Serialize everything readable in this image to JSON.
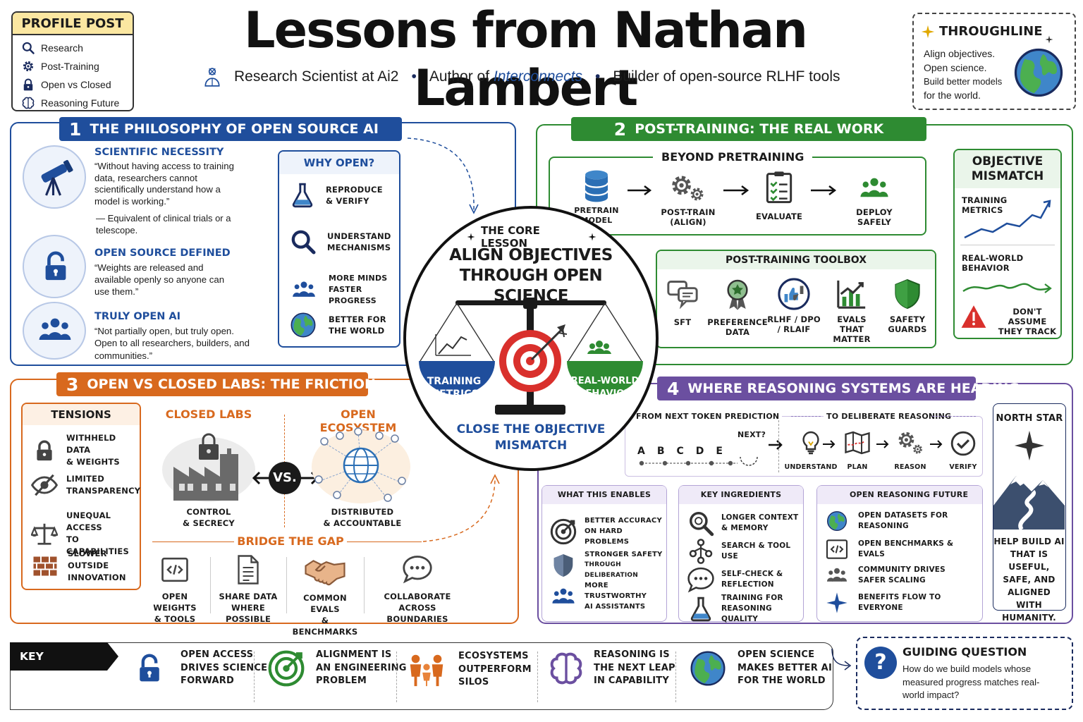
{
  "title": "Lessons from Nathan Lambert",
  "subtitle": {
    "role": "Research Scientist at Ai2",
    "bullet": "•",
    "author_prefix": "Author of",
    "publication": "Interconnects",
    "builder": "Builder of open-source RLHF tools"
  },
  "profile": {
    "heading": "PROFILE POST",
    "items": [
      {
        "label": "Research",
        "icon": "search-icon"
      },
      {
        "label": "Post-Training",
        "icon": "gear-icon"
      },
      {
        "label": "Open vs Closed",
        "icon": "lock-icon"
      },
      {
        "label": "Reasoning Future",
        "icon": "brain-icon"
      }
    ]
  },
  "throughline": {
    "heading": "THROUGHLINE",
    "lines": [
      "Align objectives.",
      "Open science.",
      "Build better models",
      "for the world."
    ]
  },
  "section1": {
    "num": "1",
    "title": "THE PHILOSOPHY OF OPEN SOURCE AI",
    "necessity": {
      "title": "SCIENTIFIC NECESSITY",
      "quote": "“Without having access to training data, researchers cannot scientifically understand how a model is working.”",
      "note": "— Equivalent of clinical trials or a telescope."
    },
    "defined": {
      "title": "OPEN SOURCE DEFINED",
      "quote": "“Weights are released and available openly so anyone can use them.”"
    },
    "truly": {
      "title": "TRULY OPEN AI",
      "quote": "“Not partially open, but truly open. Open to all researchers, builders, and communities.”"
    },
    "why_open": {
      "title": "WHY OPEN?",
      "items": [
        {
          "line1": "REPRODUCE",
          "line2": "& VERIFY"
        },
        {
          "line1": "UNDERSTAND",
          "line2": "MECHANISMS"
        },
        {
          "line1": "MORE MINDS",
          "line2": "FASTER PROGRESS"
        },
        {
          "line1": "BETTER FOR",
          "line2": "THE WORLD"
        }
      ]
    }
  },
  "core": {
    "heading": "THE CORE LESSON",
    "line1": "ALIGN OBJECTIVES",
    "line2": "THROUGH OPEN SCIENCE",
    "left_pan": [
      "TRAINING",
      "METRICS"
    ],
    "right_pan": [
      "REAL-WORLD",
      "BEHAVIOR"
    ],
    "close1": "CLOSE THE OBJECTIVE",
    "close2": "MISMATCH"
  },
  "section2": {
    "num": "2",
    "title": "POST-TRAINING: THE REAL WORK",
    "beyond": "BEYOND PRETRAINING",
    "steps": [
      {
        "line1": "PRETRAIN",
        "line2": "MODEL"
      },
      {
        "line1": "POST-TRAIN",
        "line2": "(ALIGN)"
      },
      {
        "line1": "EVALUATE",
        "line2": ""
      },
      {
        "line1": "DEPLOY",
        "line2": "SAFELY"
      }
    ],
    "toolbox": "POST-TRAINING TOOLBOX",
    "tools": [
      {
        "line1": "SFT",
        "line2": ""
      },
      {
        "line1": "PREFERENCE",
        "line2": "DATA"
      },
      {
        "line1": "RLHF / DPO",
        "line2": "/ RLAIF"
      },
      {
        "line1": "EVALS THAT",
        "line2": "MATTER"
      },
      {
        "line1": "SAFETY",
        "line2": "GUARDS"
      }
    ],
    "mismatch": {
      "title1": "OBJECTIVE",
      "title2": "MISMATCH",
      "training": [
        "TRAINING",
        "METRICS"
      ],
      "real": [
        "REAL-WORLD",
        "BEHAVIOR"
      ],
      "warn": [
        "DON'T ASSUME",
        "THEY TRACK"
      ]
    }
  },
  "section3": {
    "num": "3",
    "title": "OPEN VS CLOSED LABS: THE FRICTION",
    "tensions_title": "TENSIONS",
    "tensions": [
      {
        "line1": "WITHHELD DATA",
        "line2": "& WEIGHTS"
      },
      {
        "line1": "LIMITED",
        "line2": "TRANSPARENCY"
      },
      {
        "line1": "UNEQUAL ACCESS",
        "line2": "TO CAPABILITIES"
      },
      {
        "line1": "SLOWER OUTSIDE",
        "line2": "INNOVATION"
      }
    ],
    "closed": {
      "title": "CLOSED LABS",
      "line1": "CONTROL",
      "line2": "& SECRECY"
    },
    "open": {
      "title": "OPEN ECOSYSTEM",
      "line1": "DISTRIBUTED",
      "line2": "& ACCOUNTABLE"
    },
    "vs": "VS.",
    "bridge": "BRIDGE THE GAP",
    "bridge_items": [
      {
        "line1": "OPEN WEIGHTS",
        "line2": "& TOOLS"
      },
      {
        "line1": "SHARE DATA",
        "line2": "WHERE POSSIBLE"
      },
      {
        "line1": "COMMON EVALS",
        "line2": "& BENCHMARKS"
      },
      {
        "line1": "COLLABORATE",
        "line2": "ACROSS BOUNDARIES"
      }
    ]
  },
  "section4": {
    "num": "4",
    "title": "WHERE REASONING SYSTEMS ARE HEADING",
    "from": "FROM NEXT TOKEN PREDICTION",
    "tokens": [
      "A",
      "B",
      "C",
      "D",
      "E"
    ],
    "next": "NEXT?",
    "to": "TO DELIBERATE REASONING",
    "reason_steps": [
      "UNDERSTAND",
      "PLAN",
      "REASON",
      "VERIFY"
    ],
    "enables": {
      "title": "WHAT THIS ENABLES",
      "items": [
        {
          "line1": "BETTER ACCURACY",
          "line2": "ON HARD PROBLEMS"
        },
        {
          "line1": "STRONGER SAFETY",
          "line2": "THROUGH DELIBERATION"
        },
        {
          "line1": "MORE TRUSTWORTHY",
          "line2": "AI ASSISTANTS"
        }
      ]
    },
    "ingredients": {
      "title": "KEY INGREDIENTS",
      "items": [
        {
          "line1": "LONGER CONTEXT",
          "line2": "& MEMORY"
        },
        {
          "line1": "SEARCH & TOOL",
          "line2": "USE"
        },
        {
          "line1": "SELF-CHECK &",
          "line2": "REFLECTION"
        },
        {
          "line1": "TRAINING FOR",
          "line2": "REASONING QUALITY"
        }
      ]
    },
    "future": {
      "title": "OPEN REASONING FUTURE",
      "items": [
        {
          "line1": "OPEN DATASETS FOR",
          "line2": "REASONING"
        },
        {
          "line1": "OPEN BENCHMARKS &",
          "line2": "EVALS"
        },
        {
          "line1": "COMMUNITY DRIVES",
          "line2": "SAFER SCALING"
        },
        {
          "line1": "BENEFITS FLOW TO",
          "line2": "EVERYONE"
        }
      ]
    },
    "north_star": {
      "title": "NORTH STAR",
      "lines": [
        "HELP BUILD AI",
        "THAT IS USEFUL,",
        "SAFE, AND",
        "ALIGNED WITH",
        "HUMANITY."
      ]
    }
  },
  "takeaways": {
    "label": "KEY TAKEAWAYS",
    "items": [
      {
        "lines": [
          "OPEN ACCESS",
          "DRIVES SCIENCE",
          "FORWARD"
        ]
      },
      {
        "lines": [
          "ALIGNMENT IS",
          "AN ENGINEERING",
          "PROBLEM"
        ]
      },
      {
        "lines": [
          "ECOSYSTEMS",
          "OUTPERFORM",
          "SILOS"
        ]
      },
      {
        "lines": [
          "REASONING IS",
          "THE NEXT LEAP",
          "IN CAPABILITY"
        ]
      },
      {
        "lines": [
          "OPEN SCIENCE",
          "MAKES BETTER AI",
          "FOR THE WORLD"
        ]
      }
    ]
  },
  "guiding": {
    "mark": "?",
    "title": "GUIDING QUESTION",
    "text": "How do we build models whose measured progress matches real-world impact?"
  },
  "colors": {
    "blue": "#1f4e9c",
    "green": "#2e8b32",
    "orange": "#d8691e",
    "purple": "#6b4fa0",
    "navy": "#1a2b5e",
    "red": "#d9302c"
  }
}
